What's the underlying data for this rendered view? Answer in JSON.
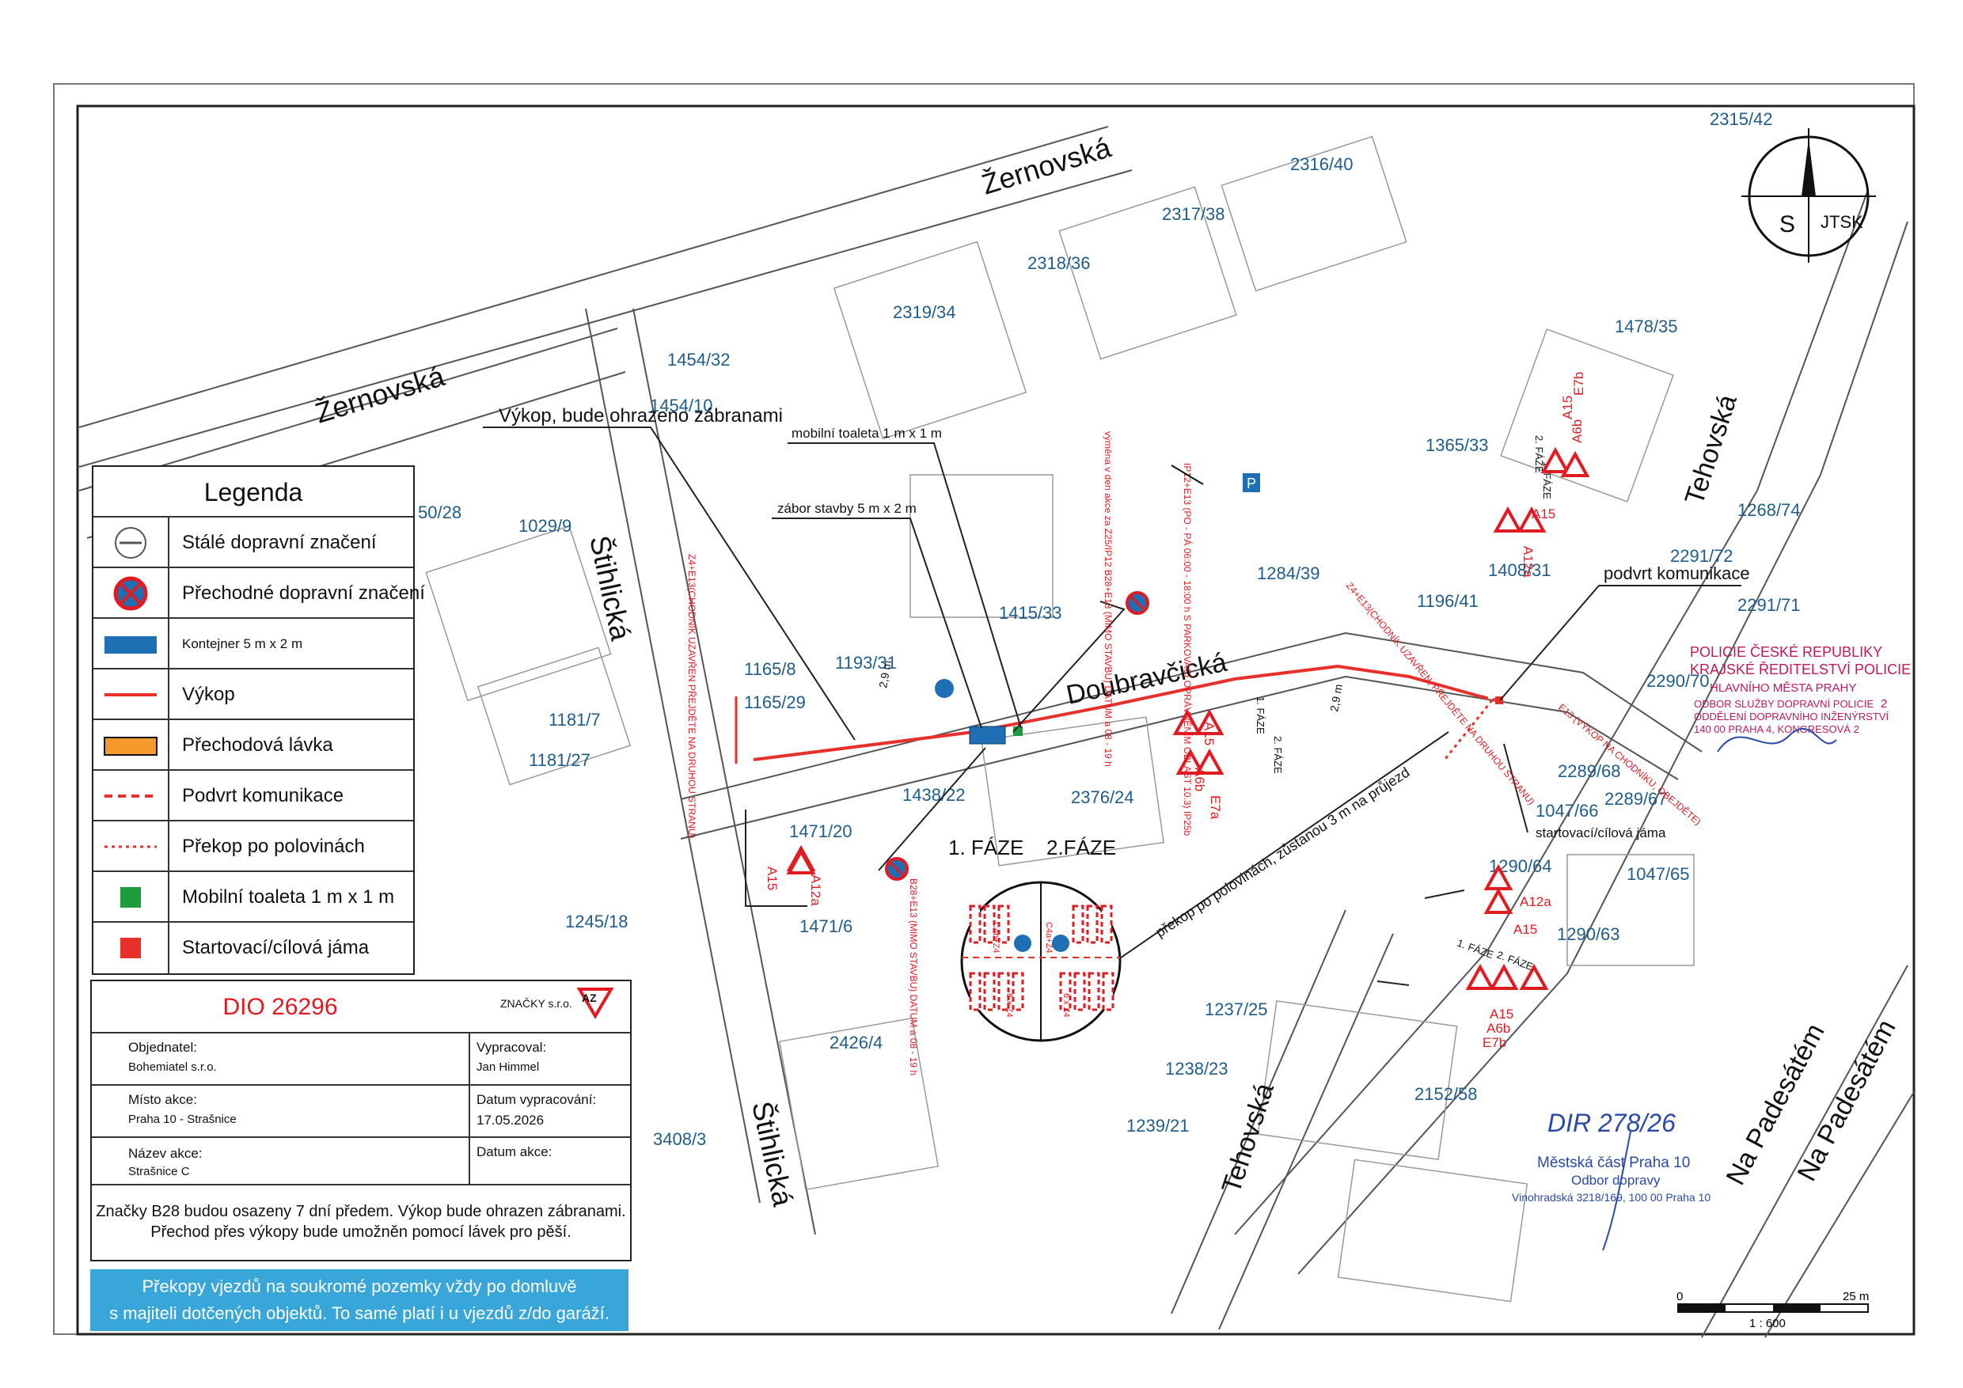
{
  "streets": {
    "zernovska_top": "Žernovská",
    "zernovska_left": "Žernovská",
    "stihlicka_top": "Štihlická",
    "stihlicka_bottom": "Štihlická",
    "doubravcicka": "Doubravčická",
    "tehovska_right": "Tehovská",
    "tehovska_bottom": "Tehovská",
    "na_padesatem_1": "Na Padesátém",
    "na_padesatem_2": "Na Padesátém"
  },
  "parcels": [
    {
      "id": "p1",
      "label": "2315/42"
    },
    {
      "id": "p2",
      "label": "2316/40"
    },
    {
      "id": "p3",
      "label": "2317/38"
    },
    {
      "id": "p4",
      "label": "2318/36"
    },
    {
      "id": "p5",
      "label": "2319/34"
    },
    {
      "id": "p6",
      "label": "1454/32"
    },
    {
      "id": "p7",
      "label": "1454/10"
    },
    {
      "id": "p8",
      "label": "50/28"
    },
    {
      "id": "p9",
      "label": "1029/9"
    },
    {
      "id": "p10",
      "label": "1165/8"
    },
    {
      "id": "p11",
      "label": "1165/29"
    },
    {
      "id": "p12",
      "label": "1193/31"
    },
    {
      "id": "p13",
      "label": "1415/33"
    },
    {
      "id": "p14",
      "label": "1284/39"
    },
    {
      "id": "p15",
      "label": "1196/41"
    },
    {
      "id": "p16",
      "label": "1365/33"
    },
    {
      "id": "p17",
      "label": "1408/31"
    },
    {
      "id": "p18",
      "label": "1478/35"
    },
    {
      "id": "p19",
      "label": "1268/74"
    },
    {
      "id": "p20",
      "label": "2291/72"
    },
    {
      "id": "p21",
      "label": "2291/71"
    },
    {
      "id": "p22",
      "label": "2290/70"
    },
    {
      "id": "p23",
      "label": "2289/68"
    },
    {
      "id": "p24",
      "label": "2289/67"
    },
    {
      "id": "p25",
      "label": "1047/66"
    },
    {
      "id": "p26",
      "label": "1047/65"
    },
    {
      "id": "p27",
      "label": "1290/64"
    },
    {
      "id": "p28",
      "label": "1290/63"
    },
    {
      "id": "p29",
      "label": "1181/7"
    },
    {
      "id": "p30",
      "label": "1181/27"
    },
    {
      "id": "p31",
      "label": "1438/22"
    },
    {
      "id": "p32",
      "label": "2376/24"
    },
    {
      "id": "p33",
      "label": "1471/20"
    },
    {
      "id": "p34",
      "label": "1471/6"
    },
    {
      "id": "p35",
      "label": "1245/18"
    },
    {
      "id": "p36",
      "label": "1237/25"
    },
    {
      "id": "p37",
      "label": "1238/23"
    },
    {
      "id": "p38",
      "label": "1239/21"
    },
    {
      "id": "p39",
      "label": "2426/4"
    },
    {
      "id": "p40",
      "label": "3408/3"
    },
    {
      "id": "p41",
      "label": "2152/58"
    }
  ],
  "callouts": {
    "vykop": "Výkop, bude ohrazeno zábranami",
    "toaleta": "mobilní toaleta 1 m x 1 m",
    "zabor": "zábor stavby 5 m x 2 m",
    "podvrt": "podvrt komunikace",
    "startovaci": "startovací/cílová jáma",
    "prekop": "překop po polovinách, zůstanou 3 m na průjezd"
  },
  "phases": {
    "faze1": "1. FÁZE",
    "faze2": "2.FÁZE",
    "small1": "1. FÁZE",
    "small2": "2. FÁZE",
    "small3": "1. FÁZE",
    "small4": "2. FÁZE",
    "small5": "1. FÁZE",
    "small6": "2. FÁZE"
  },
  "dimensions": {
    "d1": "2,9 m",
    "d2": "2,9 m"
  },
  "sign_codes": {
    "a15_1": "A15",
    "a12a_1": "A12a",
    "a15_2": "A15",
    "a6b_1": "A6b",
    "e7a": "E7a",
    "a15_3": "A15",
    "a12a_2": "A12a",
    "a15_4": "A15",
    "a6b_2": "A6b",
    "e7b_1": "E7b",
    "a12a_3": "A12a",
    "a15_5": "A15",
    "a15_6": "A15",
    "a6b_3": "A6b",
    "e7b_2": "E7b",
    "c4b_1": "C4b+Z4",
    "c4a_1": "C4a+Z4",
    "z4_1": "6 x Z4",
    "z4_2": "6 x Z4"
  },
  "sign_notes": {
    "pedestrian_1": "Z4+E13(CHODNÍK UZAVŘEN PŘEJDĚTE NA DRUHOU STRANU)",
    "b28_1": "B28+E13 (MIMO STAVBU) DATUM a 08 - 19 h",
    "b28_2": "výměna v den akce za Z25/IP12 B28+E13 (MIMO STAVBU) DATUM a 08 - 19 h",
    "parking": "IP12+E13 (PO - PÁ 06:00 - 18:00 h S PARKOVACÍ OPRÁVNĚNÍM OBLAST 10.3) IP25b",
    "pedestrian_2": "Z4+E13(CHODNÍK UZAVŘEN, PŘEJDĚTE NA DRUHOU STRANU)",
    "pedestrian_3": "E13 (VÝKOP NA CHODNÍKU, OBEJDĚTE)",
    "p_sign": "P"
  },
  "compass": {
    "s": "S",
    "jtsk": "JTSK"
  },
  "scale": {
    "start": "0",
    "end": "25 m",
    "ratio": "1 : 600"
  },
  "legend": {
    "title": "Legenda",
    "items": [
      {
        "label": "Stálé dopravní značení"
      },
      {
        "label": "Přechodné dopravní značení"
      },
      {
        "label": "Kontejner 5 m x 2 m"
      },
      {
        "label": "Výkop"
      },
      {
        "label": "Přechodová lávka"
      },
      {
        "label": "Podvrt komunikace"
      },
      {
        "label": "Překop po polovinách"
      },
      {
        "label": "Mobilní toaleta 1 m x 1 m"
      },
      {
        "label": "Startovací/cílová jáma"
      }
    ]
  },
  "title_block": {
    "dio": "DIO 26296",
    "company_az": "AZ",
    "company_name": "ZNAČKY s.r.o.",
    "objednatel_k": "Objednatel:",
    "objednatel_v": "Bohemiatel s.r.o.",
    "vypracoval_k": "Vypracoval:",
    "vypracoval_v": "Jan Himmel",
    "misto_k": "Místo akce:",
    "misto_v": "Praha 10 - Strašnice",
    "datum_vyp_k": "Datum vypracování:",
    "datum_vyp_v": "17.05.2026",
    "nazev_k": "Název akce:",
    "nazev_v": "Strašnice C",
    "datum_akce_k": "Datum akce:"
  },
  "notes": {
    "line1": "Značky B28 budou osazeny 7 dní předem. Výkop bude ohrazen zábranami.",
    "line2": "Přechod přes výkopy bude umožněn pomocí lávek pro pěší."
  },
  "banner": {
    "line1": "Překopy vjezdů na soukromé pozemky vždy po domluvě",
    "line2": "s majiteli dotčených objektů. To samé platí i u vjezdů z/do garáží."
  },
  "stamps": {
    "police1": "POLICIE ČESKÉ REPUBLIKY",
    "police2": "KRAJSKÉ ŘEDITELSTVÍ POLICIE",
    "police3": "HLAVNÍHO MĚSTA PRAHY",
    "police4": "ODBOR SLUŽBY DOPRAVNÍ POLICIE",
    "police5": "ODDĚLENÍ DOPRAVNÍHO INŽENÝRSTVÍ",
    "police6": "140 00 PRAHA 4, KONGRESOVÁ 2",
    "police_num": "2",
    "mc_handwritten": "DIR 278/26",
    "mc1": "Městská část Praha 10",
    "mc2": "Odbor dopravy",
    "mc3": "Vinohradská 3218/169, 100 00 Praha 10"
  },
  "colors": {
    "parcel": "#1f5c8a",
    "road": "#222222",
    "sign_red": "#e21b23",
    "legend_blue": "#1f6fb5",
    "legend_orange": "#f39a2b",
    "legend_green": "#1e9c3c",
    "legend_red": "#e7302a",
    "stamp_red": "#c2185b",
    "stamp_blue": "#2a49a8",
    "banner": "#38a6d9"
  }
}
